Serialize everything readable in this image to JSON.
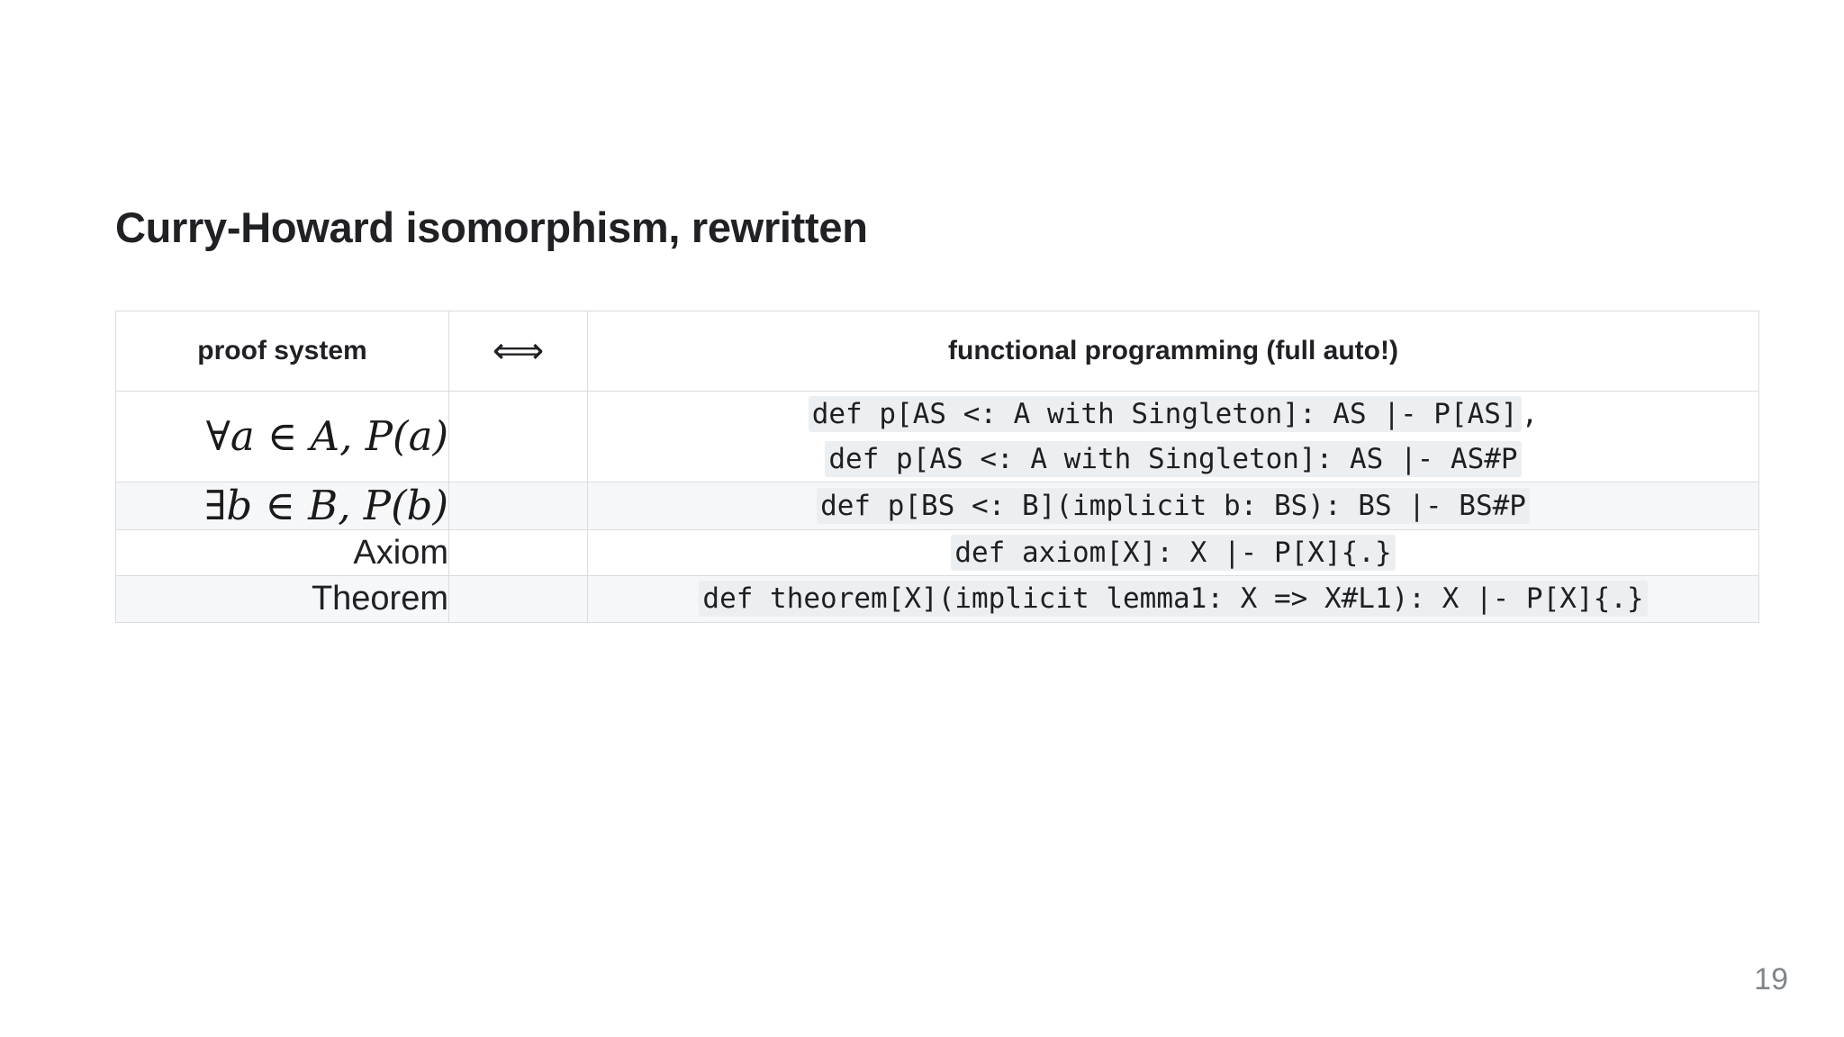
{
  "slide": {
    "title": "Curry-Howard isomorphism, rewritten",
    "page_number": "19",
    "background_color": "#ffffff",
    "title_color": "#202124",
    "page_number_color": "#80868b"
  },
  "table": {
    "border_color": "#dadce0",
    "shaded_row_color": "#f6f7f9",
    "code_highlight_color": "#eceff1",
    "headers": {
      "left": "proof system",
      "arrow": "⟺",
      "arrow_icon_name": "left-right-double-arrow-icon",
      "right": "functional programming (full auto!)"
    },
    "rows": [
      {
        "left": "∀a ∈ A, P(a)",
        "left_style": "math",
        "arrow": "",
        "code_lines": [
          {
            "code": "def p[AS <: A with Singleton]: AS |- P[AS]",
            "tail": ","
          },
          {
            "code": "def p[AS <: A with Singleton]: AS |- AS#P",
            "tail": ""
          }
        ],
        "shaded": false
      },
      {
        "left": "∃b ∈ B, P(b)",
        "left_style": "math",
        "arrow": "",
        "code_lines": [
          {
            "code": "def p[BS <: B](implicit b: BS): BS |- BS#P",
            "tail": ""
          }
        ],
        "shaded": true
      },
      {
        "left": "Axiom",
        "left_style": "plain",
        "arrow": "",
        "code_lines": [
          {
            "code": "def axiom[X]: X |- P[X]{.}",
            "tail": ""
          }
        ],
        "shaded": false
      },
      {
        "left": "Theorem",
        "left_style": "plain",
        "arrow": "",
        "code_lines": [
          {
            "code": "def theorem[X](implicit lemma1: X => X#L1): X |- P[X]{.}",
            "tail": ""
          }
        ],
        "shaded": true
      }
    ]
  }
}
